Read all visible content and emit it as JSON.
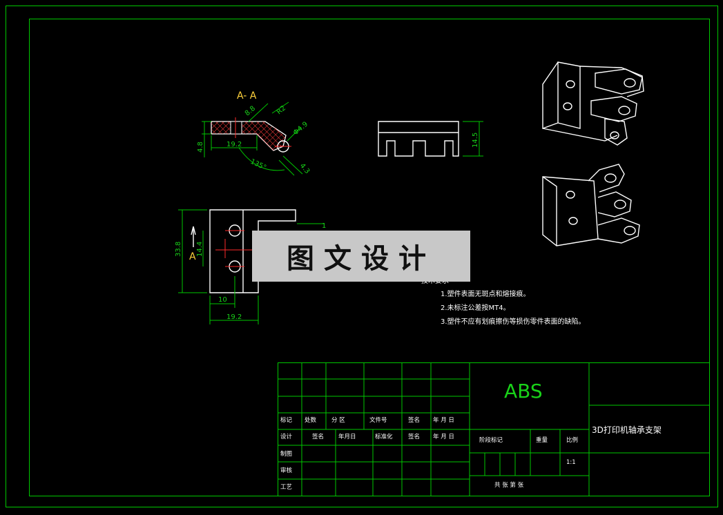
{
  "section_label": "A- A",
  "view_marker": "A",
  "dims": {
    "d88": "8.8",
    "r2": "R2",
    "phi49": "Φ4.9",
    "d48": "4.8",
    "d192": "19.2",
    "ang135": "135°",
    "d43": "4.3",
    "d145": "14.5",
    "d338": "33.8",
    "d144": "14.4",
    "d10": "10",
    "d192b": "19.2",
    "d1": "1"
  },
  "watermark": "图文设计",
  "notes": {
    "title": "技术要求",
    "items": [
      "1.塑件表面无斑点和熔接痕。",
      "2.未标注公差按MT4。",
      "3.塑件不应有划痕擦伤等损伤零件表面的缺陷。"
    ]
  },
  "title_block": {
    "material": "ABS",
    "part_name": "3D打印机轴承支架",
    "row_change": [
      "标记",
      "处数",
      "分 区",
      "文件号",
      "签名",
      "年 月 日"
    ],
    "row_design": [
      "设计",
      "签名",
      "年月日",
      "标准化",
      "签名",
      "年 月 日"
    ],
    "row_draw": "制图",
    "row_check": "审核",
    "row_process": "工艺",
    "stage_mark": "阶段标记",
    "weight": "重量",
    "scale_label": "比例",
    "scale_value": "1:1",
    "sheets": "共  张 第  张"
  },
  "colors": {
    "frame": "#00c800",
    "outline": "#ffffff",
    "section_text": "#ffd23c",
    "center_line": "#ff2a2a",
    "watermark_bg": "#c8c8c8"
  }
}
